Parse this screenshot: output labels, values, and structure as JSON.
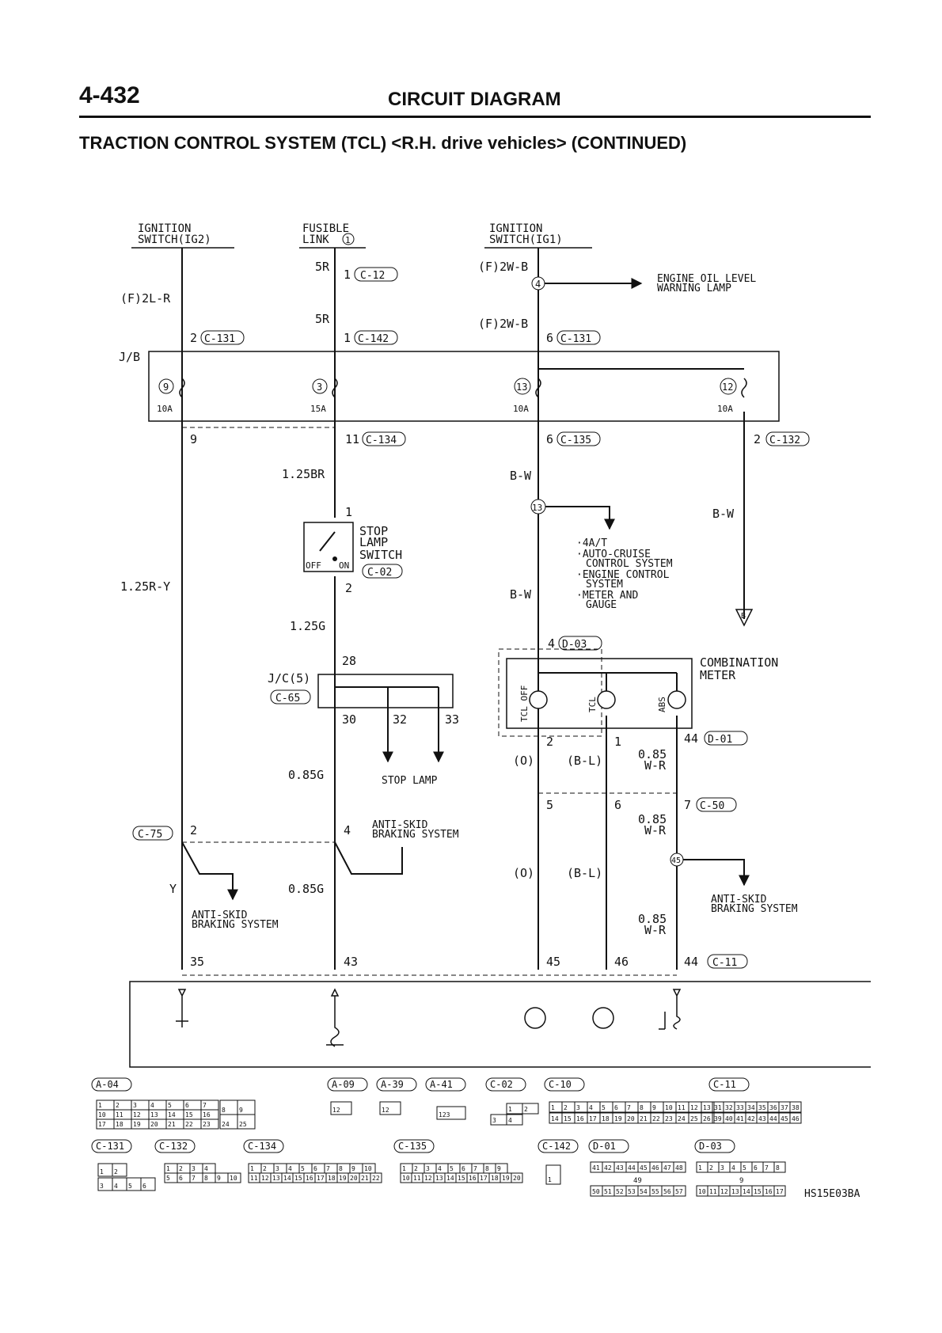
{
  "header": {
    "page_number": "4-432",
    "section": "CIRCUIT DIAGRAM",
    "title": "TRACTION CONTROL SYSTEM (TCL) <R.H. drive vehicles> (CONTINUED)"
  },
  "sources": {
    "ig2_l1": "IGNITION",
    "ig2_l2": "SWITCH(IG2)",
    "fusible_l1": "FUSIBLE",
    "fusible_l2": "LINK",
    "fusible_num": "1",
    "ig1_l1": "IGNITION",
    "ig1_l2": "SWITCH(IG1)"
  },
  "wires": {
    "f_2lr": "(F)2L-R",
    "r5a": "5R",
    "r5b": "5R",
    "f_2wb_a": "(F)2W-B",
    "f_2wb_b": "(F)2W-B",
    "w125br": "1.25BR",
    "w125ry": "1.25R-Y",
    "w125g": "1.25G",
    "bw_a": "B-W",
    "bw_b": "B-W",
    "bw_c": "B-W",
    "w085g_a": "0.85G",
    "w085g_b": "0.85G",
    "o_a": "(O)",
    "o_b": "(O)",
    "bl_a": "(B-L)",
    "bl_b": "(B-L)",
    "wr_a1": "0.85",
    "wr_a2": "W-R",
    "wr_b1": "0.85",
    "wr_b2": "W-R",
    "wr_c1": "0.85",
    "wr_c2": "W-R",
    "y": "Y"
  },
  "pins": {
    "p1a": "1",
    "p1b": "1",
    "p2": "2",
    "p6a": "6",
    "p6b": "6",
    "p9": "9",
    "p11": "11",
    "p2b": "2",
    "sw1": "1",
    "sw2": "2",
    "jc28": "28",
    "jc30": "30",
    "jc32": "32",
    "jc33": "33",
    "m4": "4",
    "m2": "2",
    "m1": "1",
    "m44": "44",
    "c75_2": "2",
    "c4": "4",
    "j5": "5",
    "j6": "6",
    "j7": "7",
    "e35": "35",
    "e43": "43",
    "e45": "45",
    "e46": "46",
    "e44": "44"
  },
  "connectors": {
    "c12": "C-12",
    "c142": "C-142",
    "c131a": "C-131",
    "c131b": "C-131",
    "c134": "C-134",
    "c135": "C-135",
    "c132": "C-132",
    "c02": "C-02",
    "c65": "C-65",
    "d03": "D-03",
    "d01": "D-01",
    "c50": "C-50",
    "c75": "C-75",
    "c11": "C-11"
  },
  "junction": {
    "jb": "J/B",
    "fuse9": "9",
    "fuse3": "3",
    "fuse13": "13",
    "fuse12": "12",
    "amp9": "10A",
    "amp3": "15A",
    "amp13": "10A",
    "amp12": "10A"
  },
  "splices": {
    "s4": "4",
    "s13": "13",
    "s45": "45",
    "gnd": "B"
  },
  "labels": {
    "oil_l1": "ENGINE OIL LEVEL",
    "oil_l2": "WARNING LAMP",
    "stop_l1": "STOP",
    "stop_l2": "LAMP",
    "stop_l3": "SWITCH",
    "off": "OFF",
    "on": "ON",
    "jc_l1": "J/C(5)",
    "tgt1": "·4A/T",
    "tgt2a": "·AUTO-CRUISE",
    "tgt2b": "CONTROL SYSTEM",
    "tgt3a": "·ENGINE CONTROL",
    "tgt3b": "SYSTEM",
    "tgt4a": "·METER AND",
    "tgt4b": "GAUGE",
    "meter_l1": "COMBINATION",
    "meter_l2": "METER",
    "tcl_off": "TCL OFF",
    "tcl": "TCL",
    "abs": "ABS",
    "stop_lamp": "STOP LAMP",
    "abs_a1": "ANTI-SKID",
    "abs_a2": "BRAKING SYSTEM",
    "abs_b1": "ANTI-SKID",
    "abs_b2": "BRAKING SYSTEM",
    "abs_c1": "ANTI-SKID",
    "abs_c2": "BRAKING SYSTEM"
  },
  "connector_views": {
    "tags": [
      "A-04",
      "A-09",
      "A-39",
      "A-41",
      "C-02",
      "C-10",
      "C-11",
      "C-131",
      "C-132",
      "C-134",
      "C-135",
      "C-142",
      "D-01",
      "D-03"
    ],
    "a04_r1": [
      "1",
      "2",
      "3",
      "4",
      "5",
      "6",
      "7"
    ],
    "a04_r2": [
      "10",
      "11",
      "12",
      "13",
      "14",
      "15",
      "16"
    ],
    "a04_r3": [
      "17",
      "18",
      "19",
      "20",
      "21",
      "22",
      "23"
    ],
    "a04_side": [
      "8",
      "9",
      "24",
      "25"
    ],
    "a09": "12",
    "a39": "12",
    "a41": "123",
    "c02_r1": [
      "1",
      "2"
    ],
    "c02_r2": [
      "3",
      "4"
    ],
    "c10_r1": [
      "1",
      "2",
      "3",
      "4",
      "5",
      "6",
      "7",
      "8",
      "9",
      "10",
      "11",
      "12",
      "13"
    ],
    "c10_r2": [
      "14",
      "15",
      "16",
      "17",
      "18",
      "19",
      "20",
      "21",
      "22",
      "23",
      "24",
      "25",
      "26"
    ],
    "c11_r1": [
      "31",
      "32",
      "33",
      "34",
      "35",
      "36",
      "37",
      "38"
    ],
    "c11_r2": [
      "39",
      "40",
      "41",
      "42",
      "43",
      "44",
      "45",
      "46"
    ],
    "c131_r1": [
      "1",
      "2"
    ],
    "c131_r2": [
      "3",
      "4",
      "5",
      "6"
    ],
    "c132_r1": [
      "1",
      "2",
      "3",
      "4"
    ],
    "c132_r2": [
      "5",
      "6",
      "7",
      "8",
      "9",
      "10"
    ],
    "c134_r1": [
      "1",
      "2",
      "3",
      "4",
      "5",
      "6",
      "7",
      "8",
      "9",
      "10"
    ],
    "c134_r2": [
      "11",
      "12",
      "13",
      "14",
      "15",
      "16",
      "17",
      "18",
      "19",
      "20",
      "21",
      "22"
    ],
    "c135_r1": [
      "1",
      "2",
      "3",
      "4",
      "5",
      "6",
      "7",
      "8",
      "9"
    ],
    "c135_r2": [
      "10",
      "11",
      "12",
      "13",
      "14",
      "15",
      "16",
      "17",
      "18",
      "19",
      "20"
    ],
    "c142": "1",
    "d01_r1": [
      "41",
      "42",
      "43",
      "44",
      "45",
      "46",
      "47",
      "48"
    ],
    "d01_mid": "49",
    "d01_r3": [
      "50",
      "51",
      "52",
      "53",
      "54",
      "55",
      "56",
      "57"
    ],
    "d03_r1": [
      "1",
      "2",
      "3",
      "4",
      "5",
      "6",
      "7",
      "8"
    ],
    "d03_mid": "9",
    "d03_r3": [
      "10",
      "11",
      "12",
      "13",
      "14",
      "15",
      "16",
      "17"
    ],
    "code": "HS15E03BA"
  }
}
